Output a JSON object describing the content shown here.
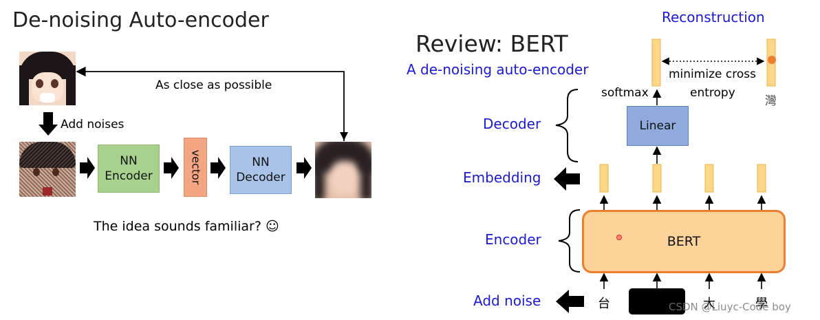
{
  "left_panel": {
    "title": "De-noising Auto-encoder",
    "arrow_label": "As close as possible",
    "noise_label": "Add noises",
    "encoder_label": "NN\nEncoder",
    "vector_label": "vector",
    "decoder_label": "NN\nDecoder",
    "caption": "The idea sounds familiar? ☺"
  },
  "right_panel": {
    "title": "Review: BERT",
    "subtitle": "A de-noising auto-encoder",
    "reconstruction": "Reconstruction",
    "minimize_line1": "minimize cross",
    "minimize_line2": "entropy",
    "softmax": "softmax",
    "output_char": "灣",
    "linear": "Linear",
    "bert": "BERT",
    "labels": {
      "decoder": "Decoder",
      "embedding": "Embedding",
      "encoder": "Encoder",
      "add_noise": "Add noise"
    },
    "input_chars": [
      "台",
      "大",
      "學"
    ]
  },
  "watermark": "CSDN @Liuyc-Code boy",
  "colors": {
    "blue_text": "#1a1ad6",
    "encoder_box": "#a9d18e",
    "vector_box": "#f4a582",
    "decoder_box": "#a9c4e8",
    "linear_box": "#8faadc",
    "bert_fill": "#fcd49a",
    "bert_border": "#ed7d31",
    "token_bar": "#fdd788",
    "token_bar_border": "#e6b44a"
  },
  "icons": [
    "anime-girl-face-image",
    "noisy-face-image",
    "blurry-face-image",
    "block-arrow-icon",
    "curly-brace-icon"
  ]
}
